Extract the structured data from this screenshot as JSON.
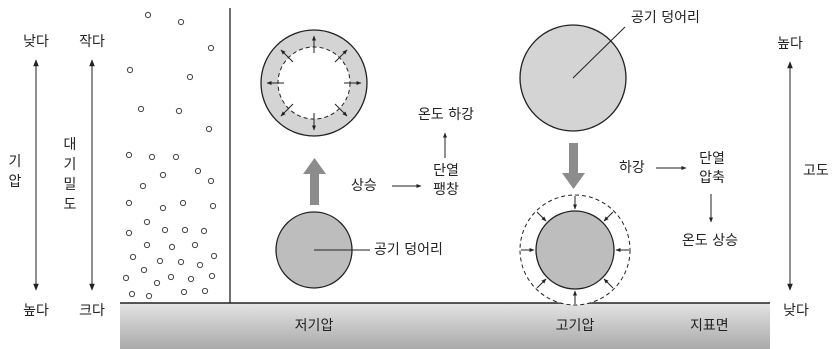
{
  "left_scale": {
    "pressure_top": "낮다",
    "pressure_bottom": "높다",
    "pressure_label": "기압",
    "density_top": "작다",
    "density_bottom": "크다",
    "density_label": "대기밀도"
  },
  "right_scale": {
    "altitude_top": "높다",
    "altitude_bottom": "낮다",
    "altitude_label": "고도"
  },
  "low_pressure": {
    "parcel_label": "공기 덩어리",
    "rise_label": "상승",
    "adiabatic_label_line1": "단열",
    "adiabatic_label_line2": "팽창",
    "temp_label": "온도 하강",
    "ground_label": "저기압"
  },
  "high_pressure": {
    "parcel_label": "공기 덩어리",
    "sink_label": "하강",
    "adiabatic_label_line1": "단열",
    "adiabatic_label_line2": "압축",
    "temp_label": "온도 상승",
    "ground_label": "고기압"
  },
  "ground_surface_label": "지표면",
  "colors": {
    "parcel_fill": "#bdbdbd",
    "parcel_light_fill": "#d4d4d4",
    "arrow_gray": "#8c8c8c",
    "ground_top": "#d8d8d8",
    "ground_bottom": "#a8a8a8"
  }
}
